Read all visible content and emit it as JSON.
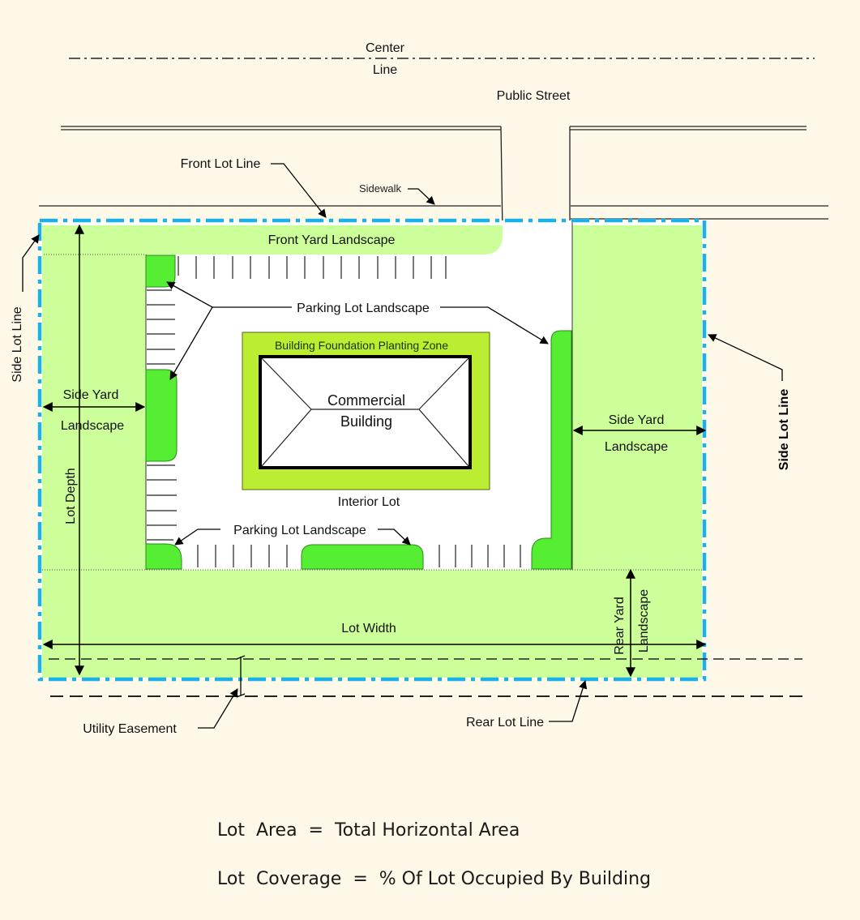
{
  "labels": {
    "center_line": [
      "Center",
      "Line"
    ],
    "public_street": "Public Street",
    "front_lot_line": "Front Lot Line",
    "sidewalk": "Sidewalk",
    "side_lot_line_left": "Side Lot Line",
    "side_lot_line_right": "Side Lot Line",
    "front_yard_landscape": "Front Yard Landscape",
    "parking_lot_landscape_top": "Parking Lot Landscape",
    "parking_lot_landscape_bottom": "Parking Lot Landscape",
    "building_foundation_planting_zone": "Building Foundation Planting Zone",
    "commercial_building": [
      "Commercial",
      "Building"
    ],
    "interior_lot": "Interior Lot",
    "side_yard_landscape_left": [
      "Side Yard",
      "Landscape"
    ],
    "side_yard_landscape_right": [
      "Side Yard",
      "Landscape"
    ],
    "lot_depth": "Lot Depth",
    "lot_width": "Lot Width",
    "rear_yard_landscape": [
      "Rear Yard",
      "Landscape"
    ],
    "utility_easement": "Utility Easement",
    "rear_lot_line": "Rear Lot Line"
  },
  "formulas": {
    "lot_area": "Lot  Area  =  Total Horizontal Area",
    "lot_coverage": "Lot  Coverage  =  % Of Lot Occupied By Building"
  },
  "colors": {
    "background": "#fef8e8",
    "landscape_light": "#ccff99",
    "landscape_bright": "#55ee33",
    "foundation_zone": "#bbee33",
    "lot_boundary": "#1ab0e8",
    "parking_surface": "#ffffff"
  }
}
